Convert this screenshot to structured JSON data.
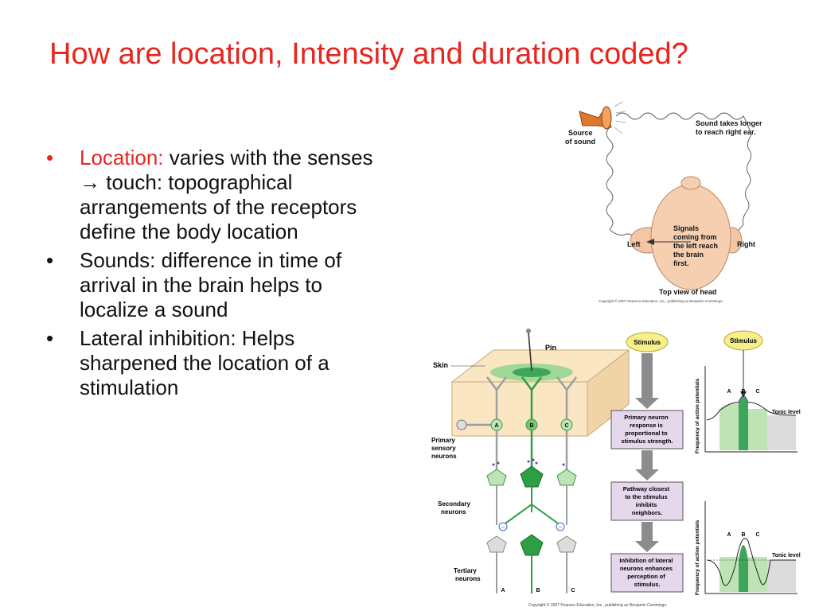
{
  "title": "How are location, Intensity and duration coded?",
  "bullets": [
    {
      "label": "Location:",
      "text": " varies with the senses → touch: topographical arrangements of the receptors define the body location"
    },
    {
      "label": "",
      "text": "Sounds: difference in time of arrival in the brain helps to localize a sound"
    },
    {
      "label": "",
      "text": "Lateral inhibition: Helps sharpened the location of a stimulation"
    }
  ],
  "bullet_char": "•",
  "head_figure": {
    "source": [
      "Source",
      "of sound"
    ],
    "longer": [
      "Sound takes longer",
      "to reach right ear."
    ],
    "signals": [
      "Signals",
      "coming from",
      "the left reach",
      "the brain",
      "first."
    ],
    "left": "Left",
    "right": "Right",
    "caption": "Top view of head",
    "copyright": "Copyright © 2007 Pearson Education, Inc., publishing as Benjamin Cummings."
  },
  "inhibition_figure": {
    "pin": "Pin",
    "skin": "Skin",
    "primary": [
      "Primary",
      "sensory",
      "neurons"
    ],
    "secondary": [
      "Secondary",
      "neurons"
    ],
    "tertiary": [
      "Tertiary",
      "neurons"
    ],
    "neuron_letters": [
      "A",
      "B",
      "C"
    ],
    "minus": "−",
    "stimulus": "Stimulus",
    "box1": [
      "Primary neuron",
      "response is",
      "proportional to",
      "stimulus strength."
    ],
    "box2": [
      "Pathway closest",
      "to the stimulus",
      "inhibits",
      "neighbors."
    ],
    "box3": [
      "Inhibition of lateral",
      "neurons enhances",
      "perception of",
      "stimulus."
    ],
    "ylabel": "Frequency of action potentials",
    "tonic": "Tonic level",
    "copyright": "Copyright © 2007 Pearson Education, Inc., publishing as Benjamin Cummings."
  },
  "colors": {
    "accent": "#e8251f",
    "green_light": "#bfe3b4",
    "green_mid": "#7cc46f",
    "green_dark": "#2e9e45",
    "box": "#e6d8ec",
    "stimulus": "#f5f08a",
    "skin": "#fbe6c3"
  }
}
